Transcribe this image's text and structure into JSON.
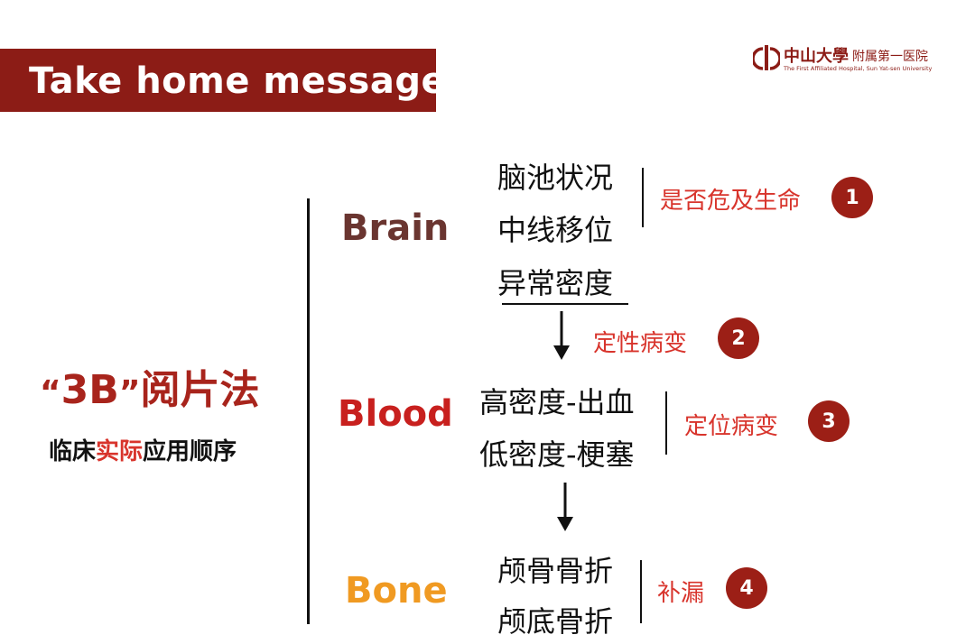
{
  "slide": {
    "title": "Take home message"
  },
  "logo": {
    "name_cn": "中山大學",
    "sub_cn": "附属第一医院",
    "name_en": "The First Affiliated Hospital, Sun Yat-sen University",
    "color": "#8c1c16"
  },
  "method": {
    "open_quote": "“",
    "name": "3B",
    "close_quote": "”",
    "suffix": "阅片法",
    "usage_prefix": "临床",
    "usage_highlight": "实际",
    "usage_suffix": "应用顺序"
  },
  "categories": {
    "brain": {
      "label": "Brain",
      "color": "#6a3530",
      "items": [
        "脑池状况",
        "中线移位",
        "异常密度"
      ]
    },
    "blood": {
      "label": "Blood",
      "color": "#c8201e",
      "items": [
        "高密度-出血",
        "低密度-梗塞"
      ]
    },
    "bone": {
      "label": "Bone",
      "color": "#f09a22",
      "items": [
        "颅骨骨折",
        "颅底骨折"
      ]
    }
  },
  "notes": {
    "n1": {
      "text": "是否危及生命",
      "badge": "1"
    },
    "n2": {
      "text": "定性病变",
      "badge": "2"
    },
    "n3": {
      "text": "定位病变",
      "badge": "3"
    },
    "n4": {
      "text": "补漏",
      "badge": "4"
    }
  },
  "colors": {
    "banner": "#8c1c16",
    "note_text": "#d8342c",
    "badge": "#9c1f16"
  }
}
